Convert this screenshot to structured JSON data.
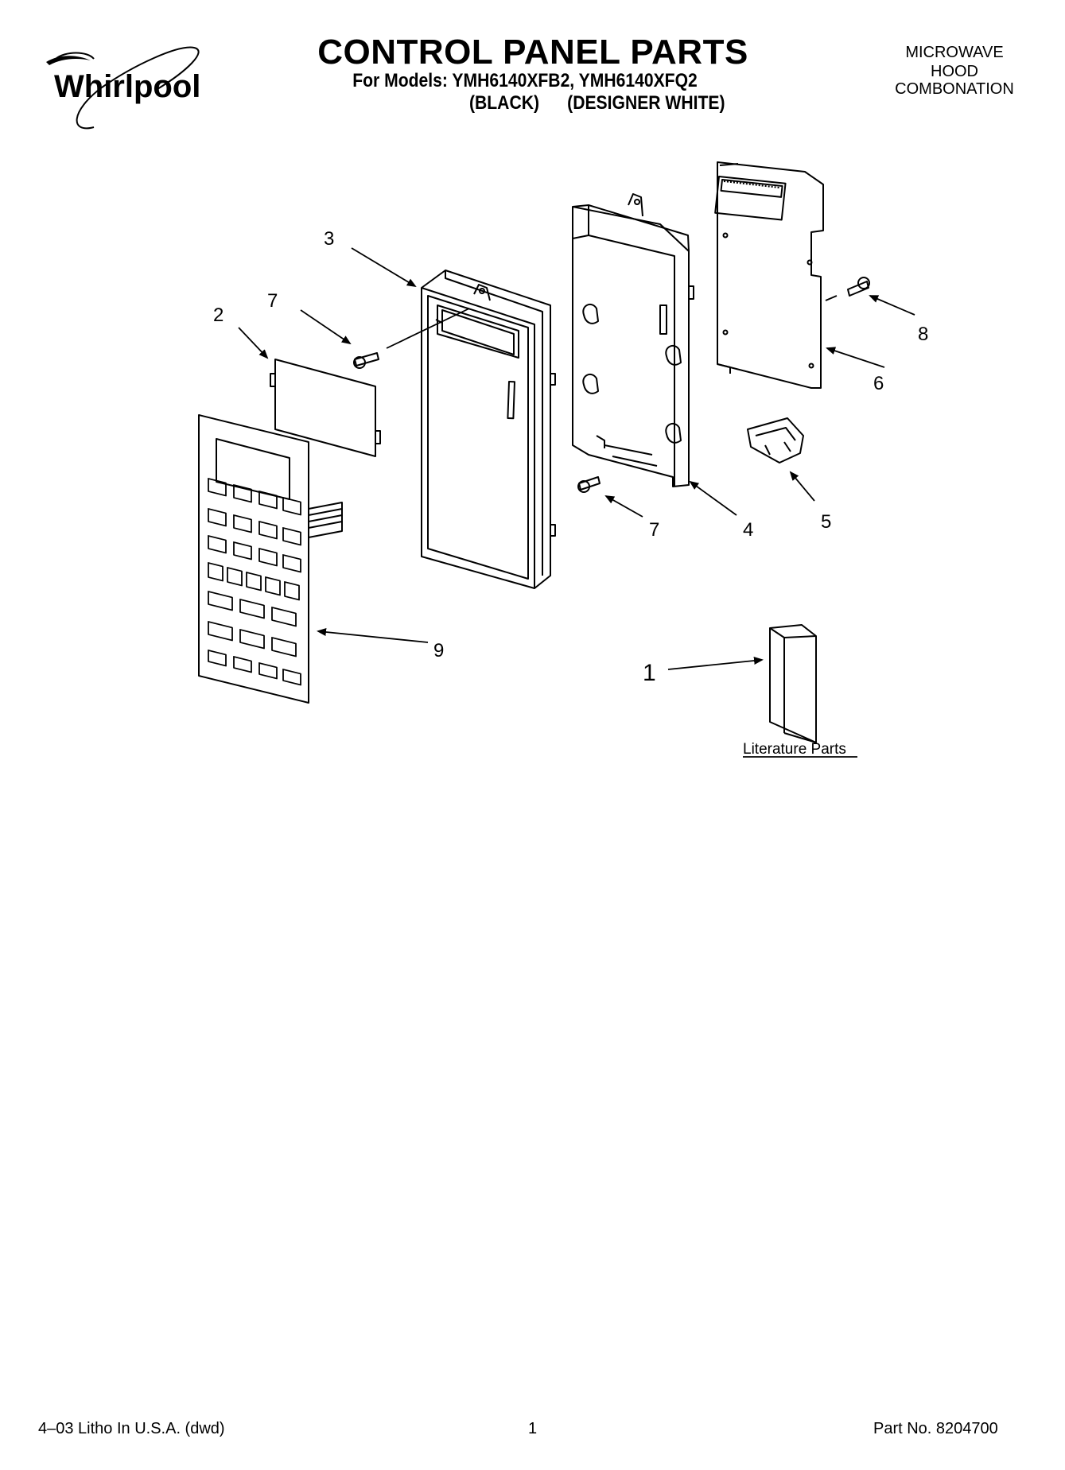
{
  "header": {
    "brand": "Whirlpool",
    "title": "CONTROL PANEL PARTS",
    "models_line": "For Models: YMH6140XFB2, YMH6140XFQ2",
    "variants_line": "(BLACK)      (DESIGNER WHITE)",
    "category": [
      "MICROWAVE",
      "HOOD",
      "COMBONATION"
    ]
  },
  "diagram": {
    "callouts": [
      "1",
      "2",
      "3",
      "4",
      "5",
      "6",
      "7",
      "7",
      "8",
      "9"
    ],
    "literature_label": "Literature Parts"
  },
  "footer": {
    "left": "4–03 Litho In U.S.A. (dwd)",
    "page": "1",
    "part_no": "Part No. 8204700"
  }
}
